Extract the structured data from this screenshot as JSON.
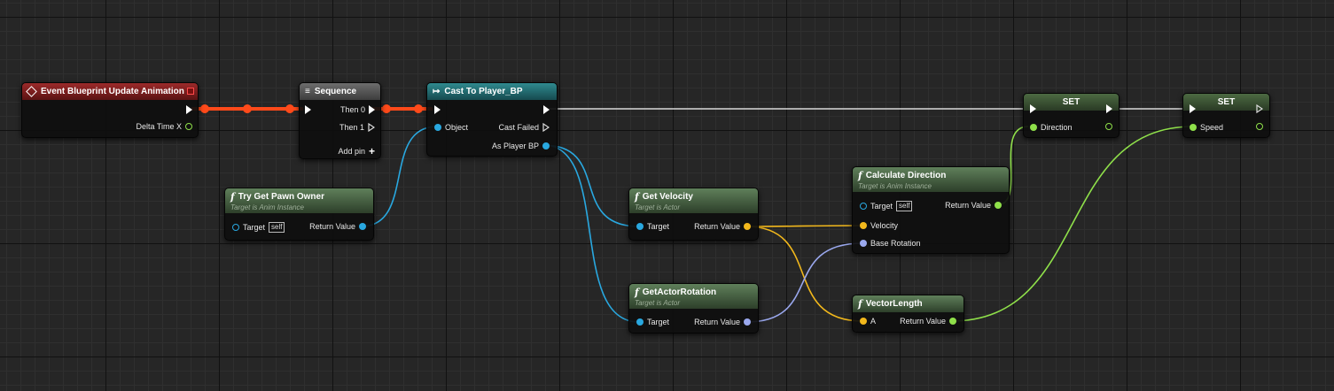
{
  "colors": {
    "exec": "#ffffff",
    "exec_active": "#ff4a1a",
    "object_pin": "#29a8e0",
    "vector_pin": "#f2b81c",
    "rotator_pin": "#9aa8ee",
    "float_pin": "#8fe04a"
  },
  "nodes": {
    "event": {
      "icon": "event-diamond-icon",
      "title": "Event Blueprint Update Animation",
      "out_delta": "Delta Time X"
    },
    "sequence": {
      "icon": "sequence-icon",
      "title": "Sequence",
      "then0": "Then 0",
      "then1": "Then 1",
      "add_pin": "Add pin",
      "add_icon": "+"
    },
    "cast": {
      "icon": "cast-arrow-icon",
      "title": "Cast To Player_BP",
      "object": "Object",
      "cast_failed": "Cast Failed",
      "as_player": "As Player BP"
    },
    "pawn_owner": {
      "title": "Try Get Pawn Owner",
      "subtitle": "Target is Anim Instance",
      "target": "Target",
      "self": "self",
      "return": "Return Value"
    },
    "get_velocity": {
      "title": "Get Velocity",
      "subtitle": "Target is Actor",
      "target": "Target",
      "return": "Return Value"
    },
    "get_rotation": {
      "title": "GetActorRotation",
      "subtitle": "Target is Actor",
      "target": "Target",
      "return": "Return Value"
    },
    "calc_direction": {
      "title": "Calculate Direction",
      "subtitle": "Target is Anim Instance",
      "target": "Target",
      "self": "self",
      "return": "Return Value",
      "velocity": "Velocity",
      "base_rotation": "Base Rotation"
    },
    "vector_length": {
      "title": "VectorLength",
      "a": "A",
      "return": "Return Value"
    },
    "set_direction": {
      "title": "SET",
      "pin": "Direction"
    },
    "set_speed": {
      "title": "SET",
      "pin": "Speed"
    }
  },
  "func_icon": "f"
}
